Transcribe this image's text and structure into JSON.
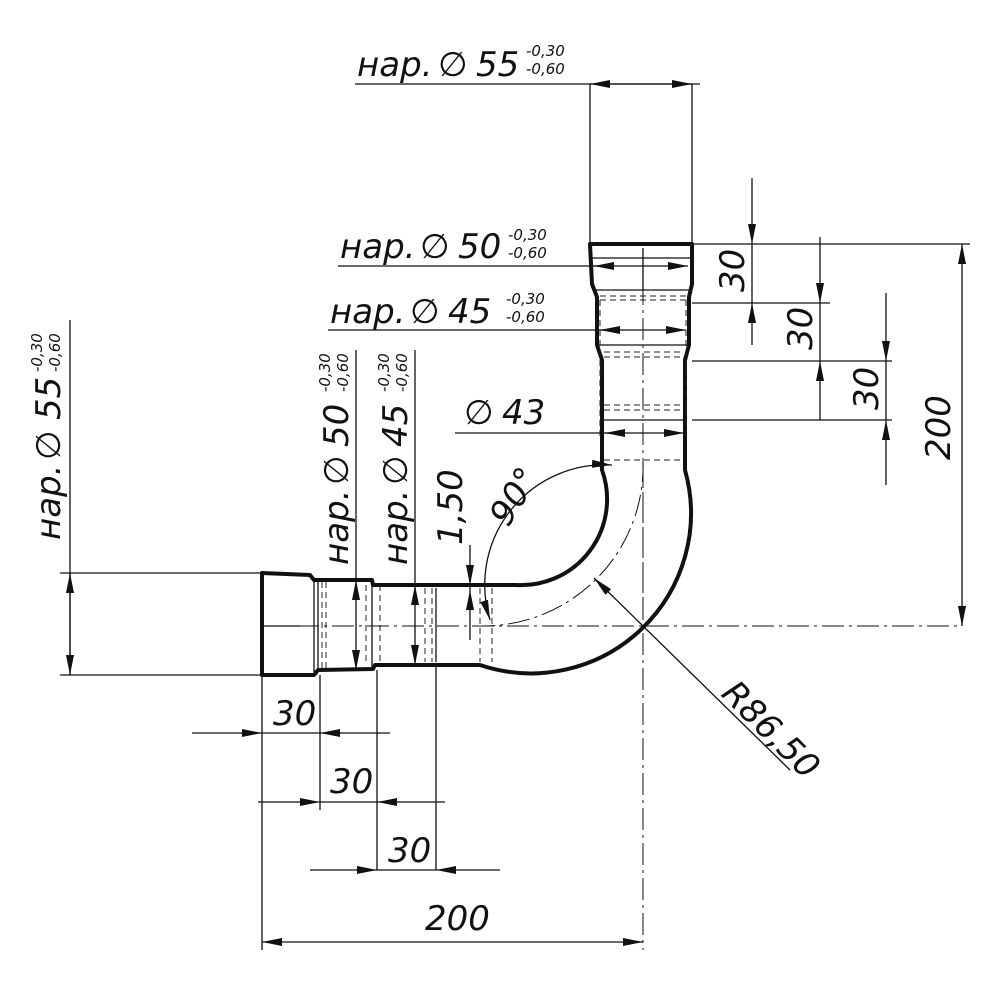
{
  "labels": {
    "top_outer": "нар.",
    "dia_sym": "∅",
    "top_d55": "55",
    "top_d50": "50",
    "top_d45": "45",
    "d43": "43",
    "left_d55": "55",
    "left_d50": "50",
    "left_d45": "45",
    "tol_upper": "-0,30",
    "tol_lower": "-0,60",
    "wall": "1,50",
    "angle": "90°",
    "radius": "R86,50",
    "step_top_1": "30",
    "step_top_2": "30",
    "step_top_3": "30",
    "height_total": "200",
    "step_left_1": "30",
    "step_left_2": "30",
    "step_left_3": "30",
    "width_total": "200"
  }
}
